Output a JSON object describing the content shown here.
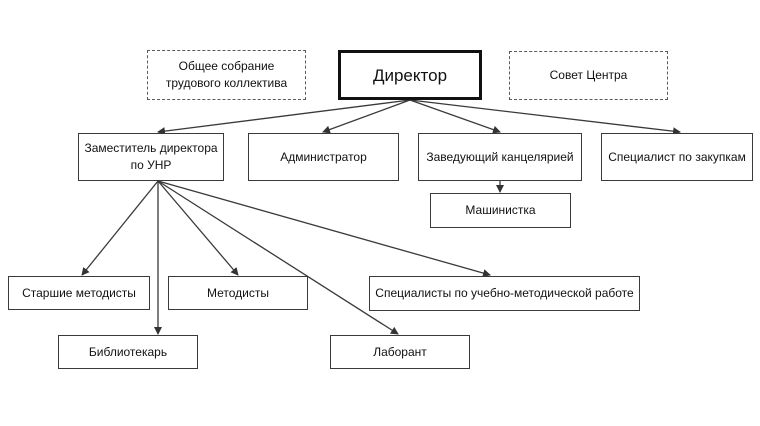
{
  "nodes": {
    "general_meeting": "Общее собрание\nтрудового коллектива",
    "director": "Директор",
    "center_council": "Совет Центра",
    "deputy_director": "Заместитель директора\nпо УНР",
    "administrator": "Администратор",
    "office_head": "Заведующий канцелярией",
    "procurement_specialist": "Специалист по закупкам",
    "typist": "Машинистка",
    "senior_methodists": "Старшие методисты",
    "methodists": "Методисты",
    "teaching_specialists": "Специалисты по учебно-методической работе",
    "librarian": "Библиотекарь",
    "lab_assistant": "Лаборант"
  },
  "edges": [
    [
      "director",
      "deputy_director"
    ],
    [
      "director",
      "administrator"
    ],
    [
      "director",
      "office_head"
    ],
    [
      "director",
      "procurement_specialist"
    ],
    [
      "office_head",
      "typist"
    ],
    [
      "deputy_director",
      "senior_methodists"
    ],
    [
      "deputy_director",
      "librarian"
    ],
    [
      "deputy_director",
      "methodists"
    ],
    [
      "deputy_director",
      "lab_assistant"
    ],
    [
      "deputy_director",
      "teaching_specialists"
    ]
  ],
  "colors": {
    "line": "#3a3a3a",
    "border": "#3a3a3a"
  }
}
